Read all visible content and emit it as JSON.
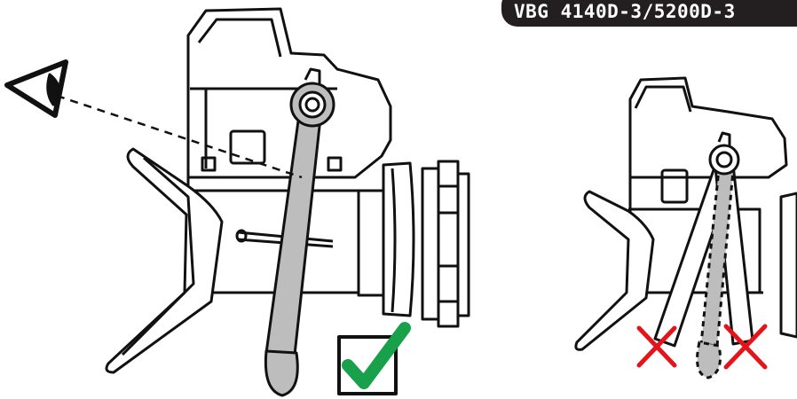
{
  "model_badge": {
    "text": "VBG 4140D-3/5200D-3",
    "background": "#231f20",
    "text_color": "#ffffff"
  },
  "colors": {
    "outline": "#111111",
    "lever_fill": "#bdbdbd",
    "correct_check": "#19a04b",
    "wrong_cross": "#e3151b"
  },
  "figures": [
    {
      "id": "correct-alignment",
      "icons": [
        "eye-icon",
        "sight-line",
        "lever",
        "checkmark-icon"
      ]
    },
    {
      "id": "incorrect-alignment",
      "icons": [
        "lever-tilted-left",
        "lever-dashed-center",
        "lever-tilted-right",
        "cross-icon",
        "cross-icon"
      ]
    }
  ]
}
